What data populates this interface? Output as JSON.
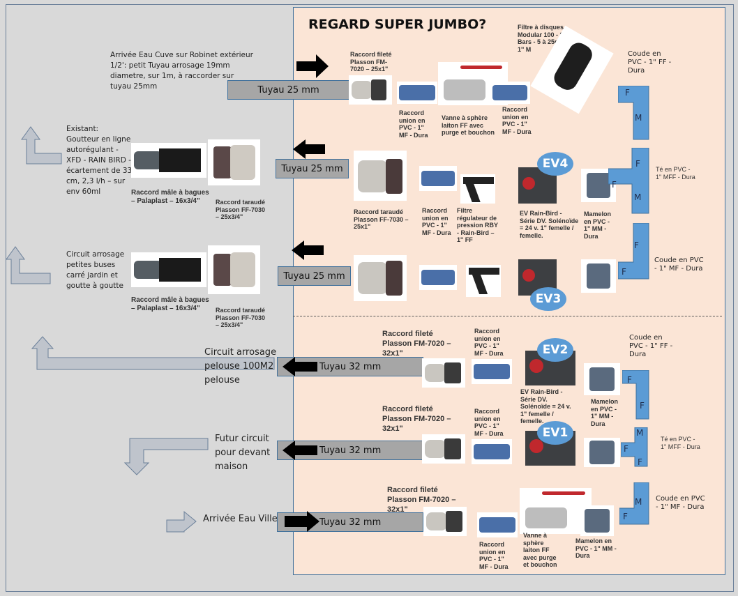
{
  "title": "REGARD SUPER JUMBO?",
  "pipes": {
    "p25": "Tuyau 25 mm",
    "p32": "Tuyau 32 mm"
  },
  "left": {
    "cuve": "Arrivée Eau Cuve sur Robinet extérieur 1/2': petit Tuyau arrosage 19mm diametre, sur 1m, à raccorder sur tuyau 25mm",
    "goutteur": "Existant: Goutteur en ligne autorégulant - XFD - RAIN BIRD - écartement de 33 cm, 2,3 l/h – sur env 60ml",
    "buses": "Circuit arrosage petites buses carré jardin et goutte à goutte",
    "pelouse": "Circuit arrosage pelouse 100M2 pelouse",
    "futur": "Futur circuit pour devant maison",
    "ville": "Arrivée Eau Ville"
  },
  "labels": {
    "male": "Raccord mâle à bagues – Palaplast – 16x3/4\"",
    "taraude34": "Raccord taraudé Plasson FF-7030 – 25x3/4\"",
    "filete25": "Raccord fileté Plasson FM-7020 – 25x1\"",
    "union": "Raccord union en PVC - 1\" MF - Dura",
    "vanne": "Vanne à sphère laiton FF avec purge et bouchon",
    "filtre_disques": "Filtre à disques Modular 100 - 8 Bars - 5 à 25m³/h – 1'' M",
    "coude_ff": "Coude en PVC - 1\" FF - Dura",
    "taraude1": "Raccord taraudé Plasson FF-7030 – 25x1\"",
    "filtre_rby": "Filtre régulateur de pression RBY - Rain-Bird – 1'' FF",
    "ev": "EV Rain-Bird - Série DV. Solénoïde = 24 v. 1\" femelle / femelle.",
    "mamelon": "Mamelon en PVC - 1\" MM - Dura",
    "te": "Té en PVC - 1\" MFF - Dura",
    "coude_mf": "Coude en PVC - 1\" MF - Dura",
    "filete32": "Raccord fileté Plasson FM-7020 – 32x1\""
  },
  "ev": [
    "EV4",
    "EV3",
    "EV2",
    "EV1"
  ],
  "fit": {
    "F": "F",
    "M": "M"
  },
  "colors": {
    "peach": "#fbe5d6",
    "fitting": "#5b9bd5",
    "pipe": "#a6a6a6",
    "grey": "#d9d9d9"
  }
}
